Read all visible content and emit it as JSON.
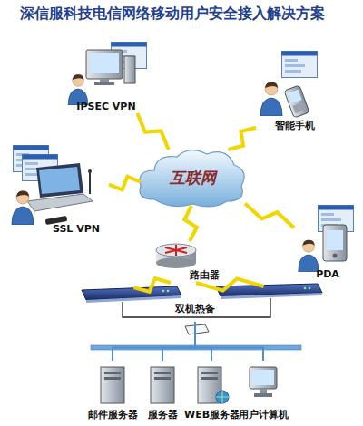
{
  "diagram": {
    "title": "深信服科技电信网络移动用户安全接入解决方案",
    "nodes": [
      {
        "text": [
          "IPSEC VPN"
        ]
      },
      {
        "text": [
          "智能手机"
        ]
      },
      {
        "text": [
          "互联网"
        ]
      },
      {
        "text": [
          "SSL VPN"
        ]
      },
      {
        "text": [
          "PDA"
        ]
      },
      {
        "text": [
          "路由器"
        ]
      },
      {
        "text": [
          "双机热备"
        ]
      },
      {
        "text": [
          "邮件服务器"
        ]
      },
      {
        "text": [
          "服务器"
        ]
      },
      {
        "text": [
          "WEB服务器"
        ]
      },
      {
        "text": [
          "用户计算机"
        ]
      }
    ],
    "edges": [
      {
        "from": 0,
        "to": 2,
        "arrow": "none"
      },
      {
        "from": 1,
        "to": 2,
        "arrow": "none"
      },
      {
        "from": 3,
        "to": 2,
        "arrow": "none"
      },
      {
        "from": 4,
        "to": 2,
        "arrow": "none"
      },
      {
        "from": 5,
        "to": 2,
        "arrow": "none"
      },
      {
        "from": 5,
        "to": 6,
        "arrow": "none"
      },
      {
        "from": 6,
        "to": 7,
        "arrow": "none"
      },
      {
        "from": 6,
        "to": 8,
        "arrow": "none"
      },
      {
        "from": 6,
        "to": 9,
        "arrow": "none"
      },
      {
        "from": 6,
        "to": 10,
        "arrow": "none"
      }
    ]
  }
}
